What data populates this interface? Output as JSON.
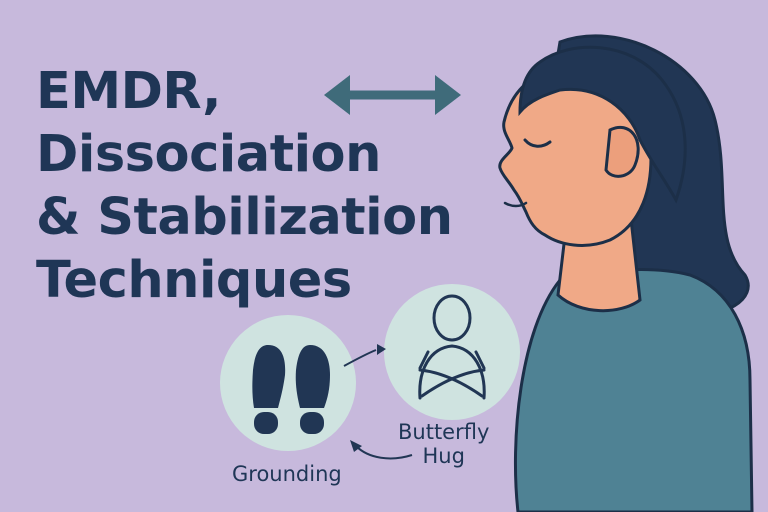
{
  "title": {
    "line1": "EMDR,",
    "line2": "Dissociation",
    "line3": "& Stabilization",
    "line4": "Techniques"
  },
  "techniques": [
    {
      "label": "Grounding",
      "icon": "footprints-icon"
    },
    {
      "label_line1": "Butterfly",
      "label_line2": "Hug",
      "icon": "butterfly-hug-icon"
    }
  ],
  "icons": [
    "bidirectional-arrow-icon",
    "woman-profile-illustration",
    "curved-arrow-icon"
  ],
  "colors": {
    "background": "#c7b9dc",
    "navy": "#1f3656",
    "teal": "#3f6b7a",
    "skin": "#f0a987",
    "shirt": "#4f8294",
    "circle": "#cfe3e0"
  }
}
